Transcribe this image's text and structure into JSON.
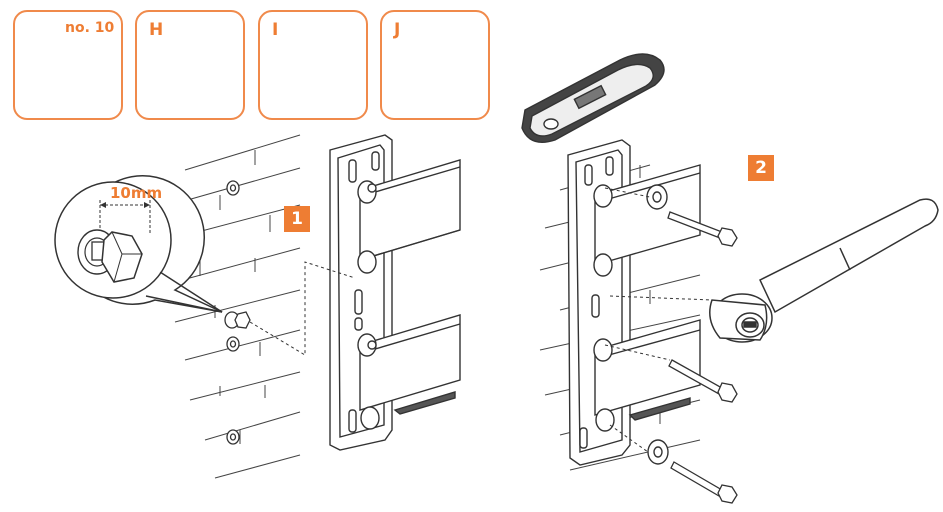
{
  "parts": [
    {
      "id": "no10",
      "label": "no. 10",
      "icon": "socket-wrench-bit-icon"
    },
    {
      "id": "H",
      "label": "H",
      "icon": "hex-screw-icon"
    },
    {
      "id": "I",
      "label": "I",
      "icon": "wall-plug-icon"
    },
    {
      "id": "J",
      "label": "J",
      "icon": "washer-icon"
    }
  ],
  "steps": {
    "one": "1",
    "two": "2"
  },
  "dimension": "10mm",
  "colors": {
    "accent": "#ee7d33",
    "line": "#333333",
    "fill": "#eeeeee"
  }
}
